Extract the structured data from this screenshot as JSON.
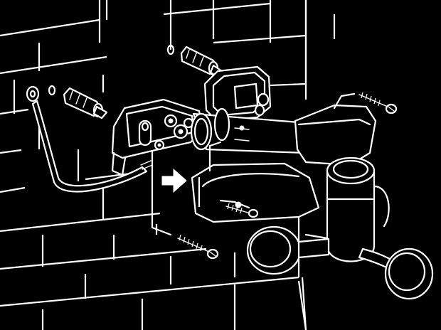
{
  "figure": {
    "kind": "exploded mounting diagram",
    "parts": [
      "wall",
      "wall-plugs",
      "screws",
      "cable",
      "wall-bracket",
      "arrow",
      "mixer-unit",
      "shower-head-knob",
      "control-knob"
    ],
    "colors": {
      "background": "#000000",
      "ink": "#ffffff"
    }
  }
}
